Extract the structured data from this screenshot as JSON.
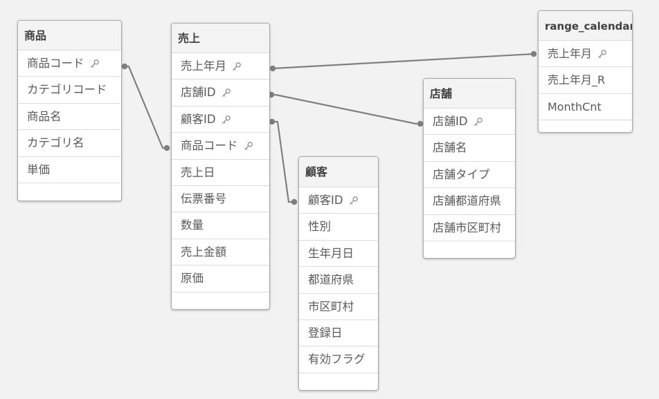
{
  "tables": [
    {
      "id": "shohin",
      "name": "商品",
      "fields": [
        {
          "label": "商品コード",
          "key": true
        },
        {
          "label": "カテゴリコード",
          "key": false
        },
        {
          "label": "商品名",
          "key": false
        },
        {
          "label": "カテゴリ名",
          "key": false
        },
        {
          "label": "単価",
          "key": false
        }
      ]
    },
    {
      "id": "uriage",
      "name": "売上",
      "fields": [
        {
          "label": "売上年月",
          "key": true
        },
        {
          "label": "店舗ID",
          "key": true
        },
        {
          "label": "顧客ID",
          "key": true
        },
        {
          "label": "商品コード",
          "key": true
        },
        {
          "label": "売上日",
          "key": false
        },
        {
          "label": "伝票番号",
          "key": false
        },
        {
          "label": "数量",
          "key": false
        },
        {
          "label": "売上金額",
          "key": false
        },
        {
          "label": "原価",
          "key": false
        }
      ]
    },
    {
      "id": "kokyaku",
      "name": "顧客",
      "fields": [
        {
          "label": "顧客ID",
          "key": true
        },
        {
          "label": "性別",
          "key": false
        },
        {
          "label": "生年月日",
          "key": false
        },
        {
          "label": "都道府県",
          "key": false
        },
        {
          "label": "市区町村",
          "key": false
        },
        {
          "label": "登録日",
          "key": false
        },
        {
          "label": "有効フラグ",
          "key": false
        }
      ]
    },
    {
      "id": "tenpo",
      "name": "店舗",
      "fields": [
        {
          "label": "店舗ID",
          "key": true
        },
        {
          "label": "店舗名",
          "key": false
        },
        {
          "label": "店舗タイプ",
          "key": false
        },
        {
          "label": "店舗都道府県",
          "key": false
        },
        {
          "label": "店舗市区町村",
          "key": false
        }
      ]
    },
    {
      "id": "range",
      "name": "range_calendar",
      "fields": [
        {
          "label": "売上年月",
          "key": true
        },
        {
          "label": "売上年月_R",
          "key": false
        },
        {
          "label": "MonthCnt",
          "key": false
        }
      ]
    }
  ],
  "associations": [
    {
      "from": "商品.商品コード",
      "to": "売上.商品コード"
    },
    {
      "from": "売上.売上年月",
      "to": "range_calendar.売上年月"
    },
    {
      "from": "売上.店舗ID",
      "to": "店舗.店舗ID"
    },
    {
      "from": "売上.顧客ID",
      "to": "顧客.顧客ID"
    }
  ],
  "colors": {
    "canvas": "#f2f2f2",
    "header": "#f3f3f3",
    "link": "#808080"
  }
}
